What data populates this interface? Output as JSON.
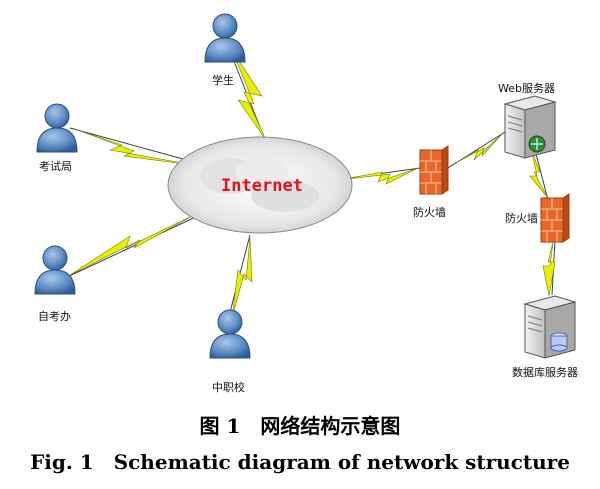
{
  "diagram": {
    "cloud_label": "Internet",
    "users": {
      "student": "学生",
      "exam_bureau": "考试局",
      "self_exam_office": "自考办",
      "vocational_school": "中职校"
    },
    "web_server": "Web服务器",
    "firewall_1": "防火墙",
    "firewall_2": "防火墙",
    "db_server": "数据库服务器"
  },
  "caption": {
    "cn": "图 1　网络结构示意图",
    "en": "Fig. 1　Schematic diagram of network structure"
  },
  "colors": {
    "cloud_text": "#e0141e",
    "lightning": "#e6f000",
    "user_fill": "#5f8fc6",
    "firewall": "#e8682a"
  }
}
